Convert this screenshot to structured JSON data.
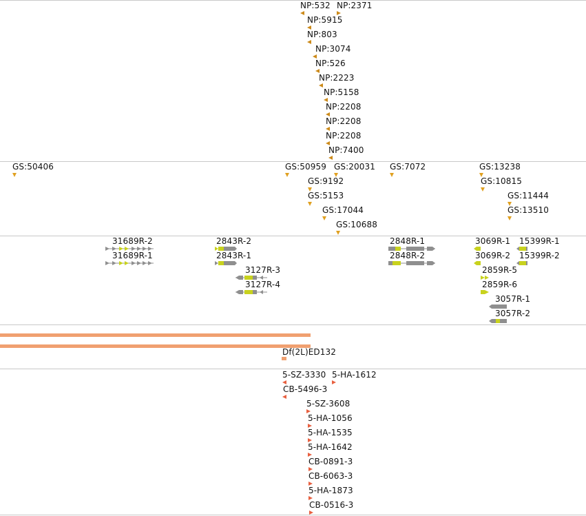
{
  "colors": {
    "np": "#cc8a1a",
    "gs": "#e0a020",
    "exon": "#c8d21e",
    "intron": "#8f8f8f",
    "deficiency": "#f0a070",
    "insertion": "#e86040",
    "separator": "#c8c8c8"
  },
  "tracks": {
    "np": {
      "features": [
        {
          "label": "NP:532",
          "marker": "left-triangle"
        },
        {
          "label": "NP:2371",
          "marker": "right-triangle"
        },
        {
          "label": "NP:5915",
          "marker": "left-triangle"
        },
        {
          "label": "NP:803",
          "marker": "left-triangle"
        },
        {
          "label": "NP:3074",
          "marker": "left-triangle"
        },
        {
          "label": "NP:526",
          "marker": "left-triangle"
        },
        {
          "label": "NP:2223",
          "marker": "left-triangle"
        },
        {
          "label": "NP:5158",
          "marker": "left-triangle"
        },
        {
          "label": "NP:2208",
          "marker": "left-triangle"
        },
        {
          "label": "NP:2208",
          "marker": "left-triangle"
        },
        {
          "label": "NP:2208",
          "marker": "left-triangle"
        },
        {
          "label": "NP:7400",
          "marker": "left-triangle"
        }
      ]
    },
    "gs": {
      "features": [
        {
          "label": "GS:50406",
          "marker": "down-triangle"
        },
        {
          "label": "GS:50959",
          "marker": "down-triangle"
        },
        {
          "label": "GS:20031",
          "marker": "down-triangle"
        },
        {
          "label": "GS:7072",
          "marker": "down-triangle"
        },
        {
          "label": "GS:13238",
          "marker": "down-triangle"
        },
        {
          "label": "GS:9192",
          "marker": "down-triangle"
        },
        {
          "label": "GS:10815",
          "marker": "down-triangle"
        },
        {
          "label": "GS:5153",
          "marker": "down-triangle"
        },
        {
          "label": "GS:11444",
          "marker": "down-triangle"
        },
        {
          "label": "GS:17044",
          "marker": "down-triangle"
        },
        {
          "label": "GS:13510",
          "marker": "down-triangle"
        },
        {
          "label": "GS:10688",
          "marker": "down-triangle"
        }
      ]
    },
    "genes": {
      "features": [
        {
          "label": "31689R-2",
          "strand": "+"
        },
        {
          "label": "31689R-1",
          "strand": "+"
        },
        {
          "label": "2843R-2",
          "strand": "+"
        },
        {
          "label": "2843R-1",
          "strand": "+"
        },
        {
          "label": "3127R-3",
          "strand": "-"
        },
        {
          "label": "3127R-4",
          "strand": "-"
        },
        {
          "label": "2848R-1",
          "strand": "+"
        },
        {
          "label": "2848R-2",
          "strand": "+"
        },
        {
          "label": "3069R-1",
          "strand": "-"
        },
        {
          "label": "15399R-1",
          "strand": "-"
        },
        {
          "label": "3069R-2",
          "strand": "-"
        },
        {
          "label": "15399R-2",
          "strand": "-"
        },
        {
          "label": "2859R-5",
          "strand": "+"
        },
        {
          "label": "2859R-6",
          "strand": "+"
        },
        {
          "label": "3057R-1",
          "strand": "-"
        },
        {
          "label": "3057R-2",
          "strand": "-"
        }
      ]
    },
    "deficiency": {
      "features": [
        {
          "label": ""
        },
        {
          "label": ""
        },
        {
          "label": "Df(2L)ED132"
        }
      ]
    },
    "insertions": {
      "features": [
        {
          "label": "5-SZ-3330",
          "marker": "left-triangle"
        },
        {
          "label": "5-HA-1612",
          "marker": "right-triangle"
        },
        {
          "label": "CB-5496-3",
          "marker": "left-triangle"
        },
        {
          "label": "5-SZ-3608",
          "marker": "right-triangle"
        },
        {
          "label": "5-HA-1056",
          "marker": "right-triangle"
        },
        {
          "label": "5-HA-1535",
          "marker": "right-triangle"
        },
        {
          "label": "5-HA-1642",
          "marker": "right-triangle"
        },
        {
          "label": "CB-0891-3",
          "marker": "right-triangle"
        },
        {
          "label": "CB-6063-3",
          "marker": "right-triangle"
        },
        {
          "label": "5-HA-1873",
          "marker": "right-triangle"
        },
        {
          "label": "CB-0516-3",
          "marker": "right-triangle"
        }
      ]
    }
  }
}
